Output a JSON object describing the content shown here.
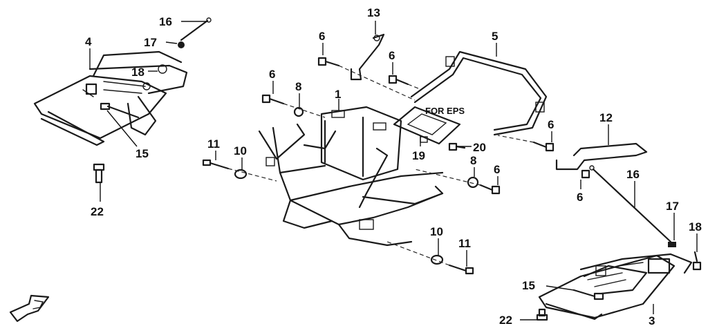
{
  "diagram": {
    "note": "FOR EPS",
    "callouts": {
      "c1": "1",
      "c3": "3",
      "c4": "4",
      "c5": "5",
      "c6a": "6",
      "c6b": "6",
      "c6c": "6",
      "c6d": "6",
      "c6e": "6",
      "c6f": "6",
      "c8a": "8",
      "c8b": "8",
      "c10a": "10",
      "c10b": "10",
      "c11a": "11",
      "c11b": "11",
      "c12": "12",
      "c13": "13",
      "c15a": "15",
      "c15b": "15",
      "c16a": "16",
      "c16b": "16",
      "c17a": "17",
      "c17b": "17",
      "c18a": "18",
      "c18b": "18",
      "c19": "19",
      "c20": "20",
      "c22a": "22",
      "c22b": "22"
    }
  }
}
